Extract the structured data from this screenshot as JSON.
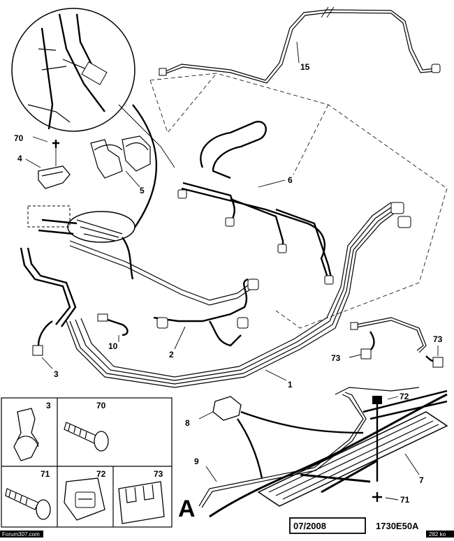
{
  "callouts": {
    "c15": "15",
    "c70": "70",
    "c4": "4",
    "c5": "5",
    "c6": "6",
    "c10": "10",
    "c2": "2",
    "c3": "3",
    "c1": "1",
    "c73a": "73",
    "c73b": "73",
    "c72": "72",
    "c8": "8",
    "c9": "9",
    "c7": "7",
    "c71": "71"
  },
  "inset_labels": {
    "i3": "3",
    "i70": "70",
    "i71": "71",
    "i72": "72",
    "i73": "73"
  },
  "handwritten_letter": "A",
  "footer": {
    "date": "07/2008",
    "code": "1730E50A",
    "site": "Forum307.com",
    "size": "282 ko"
  },
  "colors": {
    "line": "#000000",
    "background": "#ffffff",
    "corner_badge": "#000000"
  }
}
